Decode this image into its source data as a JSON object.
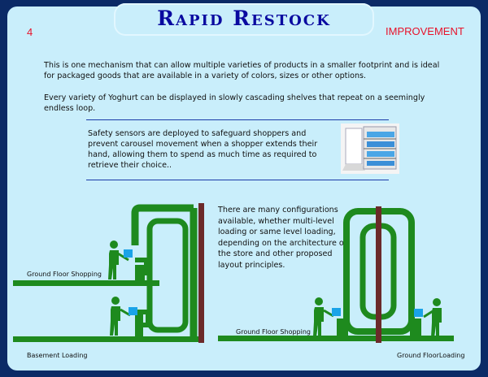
{
  "header": {
    "title": "Rapid Restock",
    "page_number": "4",
    "tagline": "IMPROVEMENT"
  },
  "content": {
    "paragraph1": "This is one mechanism that can allow multiple varieties of products in a smaller footprint and is ideal for packaged goods that are available in a variety of colors, sizes or other options.",
    "paragraph2": "Every variety of Yoghurt can be displayed in slowly cascading shelves that repeat on a seemingly endless loop.",
    "safety_note": "Safety sensors are deployed to safeguard shoppers and prevent carousel movement when a shopper extends their hand, allowing them to spend as much time as required to retrieve their choice..",
    "configurations_note": "There are many configurations available, whether multi-level loading or same level loading, depending on the architecture of the store and other proposed layout principles."
  },
  "diagram_labels": {
    "ground_floor_shopping_left": "Ground Floor Shopping",
    "basement_loading": "Basement Loading",
    "ground_floor_shopping_right": "Ground Floor Shopping",
    "ground_floor_loading": "Ground FloorLoading"
  },
  "colors": {
    "accent_title": "#0a0aa0",
    "accent_red": "#e8122a",
    "track_green": "#1e8a1e",
    "wall_brown": "#6b2a2a",
    "product_blue": "#1aa3e8"
  }
}
